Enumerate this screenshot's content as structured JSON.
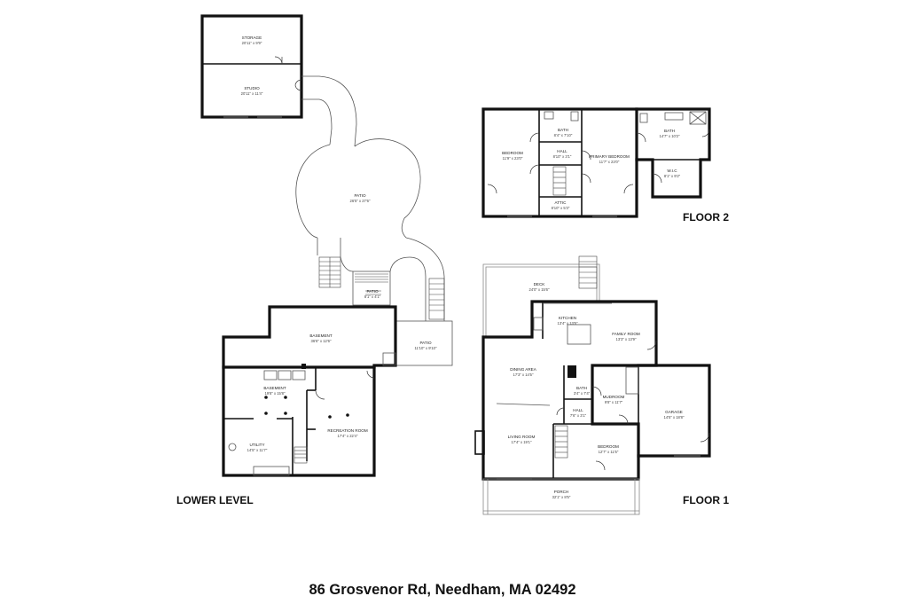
{
  "address": "86 Grosvenor Rd, Needham, MA 02492",
  "floor_labels": {
    "lower": "LOWER LEVEL",
    "floor1": "FLOOR 1",
    "floor2": "FLOOR 2"
  },
  "rooms": {
    "storage": {
      "name": "STORAGE",
      "dim": "20'11\" x 9'9\""
    },
    "studio": {
      "name": "STUDIO",
      "dim": "20'11\" x 11'4\""
    },
    "patio_big": {
      "name": "PATIO",
      "dim": "26'5\" x 27'6\""
    },
    "patio_small": {
      "name": "PATIO",
      "dim": "8'1\" x 4'1\""
    },
    "patio_side": {
      "name": "PATIO",
      "dim": "11'10\" x 9'10\""
    },
    "basement_upper": {
      "name": "BASEMENT",
      "dim": "36'6\" x 12'6\""
    },
    "basement_lower": {
      "name": "BASEMENT",
      "dim": "19'8\" x 15'8\""
    },
    "utility": {
      "name": "UTILITY",
      "dim": "14'5\" x 11'7\""
    },
    "recreation": {
      "name": "RECREATION ROOM",
      "dim": "17'4\" x 22'4\""
    },
    "bedroom_f2_left": {
      "name": "BEDROOM",
      "dim": "11'9\" x 23'0\""
    },
    "bath_f2_hall": {
      "name": "BATH",
      "dim": "8'4\" x 7'10\""
    },
    "hall_f2": {
      "name": "HALL",
      "dim": "8'10\" x 3'1\""
    },
    "attic": {
      "name": "ATTIC",
      "dim": "8'10\" x 5'3\""
    },
    "primary_bedroom": {
      "name": "PRIMARY BEDROOM",
      "dim": "11'7\" x 23'0\""
    },
    "bath_f2_primary": {
      "name": "BATH",
      "dim": "14'7\" x 10'2\""
    },
    "wic": {
      "name": "W.I.C",
      "dim": "8'1\" x 9'2\""
    },
    "deck": {
      "name": "DECK",
      "dim": "24'0\" x 15'6\""
    },
    "kitchen": {
      "name": "KITCHEN",
      "dim": "13'4\" x 13'5\""
    },
    "family_room": {
      "name": "FAMILY ROOM",
      "dim": "13'3\" x 13'9\""
    },
    "dining_area": {
      "name": "DINING AREA",
      "dim": "17'3\" x 14'5\""
    },
    "bath_f1": {
      "name": "BATH",
      "dim": "3'4\" x 7'4\""
    },
    "mudroom": {
      "name": "MUDROOM",
      "dim": "9'8\" x 11'7\""
    },
    "hall_f1": {
      "name": "HALL",
      "dim": "7'6\" x 3'1\""
    },
    "garage": {
      "name": "GARAGE",
      "dim": "14'5\" x 18'8\""
    },
    "living_room": {
      "name": "LIVING ROOM",
      "dim": "17'4\" x 19'1\""
    },
    "bedroom_f1": {
      "name": "BEDROOM",
      "dim": "12'7\" x 11'5\""
    },
    "porch": {
      "name": "PORCH",
      "dim": "32'1\" x 8'5\""
    }
  }
}
